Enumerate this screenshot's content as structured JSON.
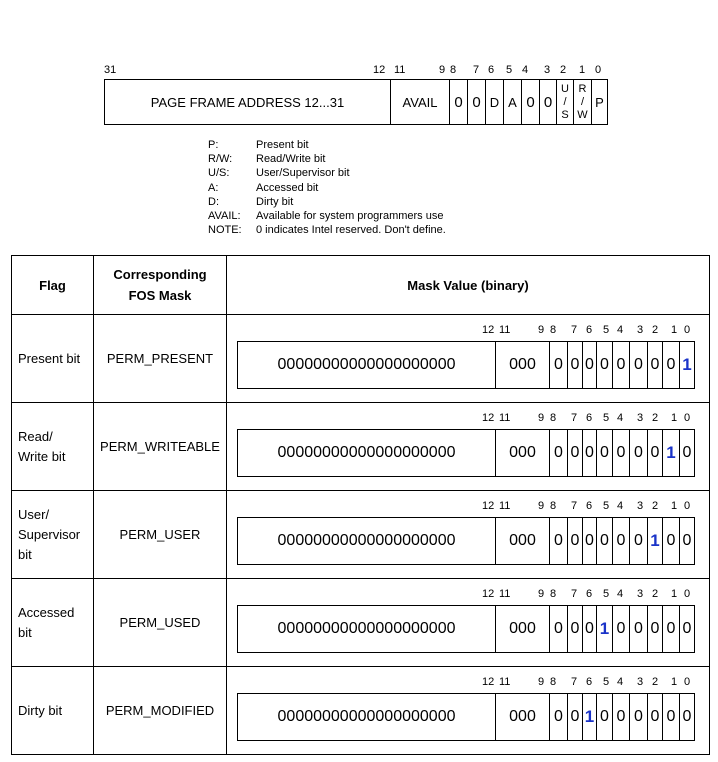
{
  "pte": {
    "bit_labels": [
      "31",
      "12",
      "11",
      "9",
      "8",
      "7",
      "6",
      "5",
      "4",
      "3",
      "2",
      "1",
      "0"
    ],
    "fields": {
      "page_frame": "PAGE FRAME ADDRESS 12...31",
      "avail": "AVAIL",
      "zero_a": "0",
      "zero_b": "0",
      "d": "D",
      "a": "A",
      "zero_c": "0",
      "zero_d": "0",
      "us_top": "U",
      "us_mid": "/",
      "us_bot": "S",
      "rw_top": "R",
      "rw_mid": "/",
      "rw_bot": "W",
      "p": "P"
    }
  },
  "legend": [
    {
      "key": "P:",
      "value": "Present bit"
    },
    {
      "key": "R/W:",
      "value": "Read/Write bit"
    },
    {
      "key": "U/S:",
      "value": "User/Supervisor bit"
    },
    {
      "key": "A:",
      "value": "Accessed bit"
    },
    {
      "key": "D:",
      "value": "Dirty bit"
    },
    {
      "key": "AVAIL:",
      "value": "Available for system programmers use"
    },
    {
      "key": "NOTE:",
      "value": "0 indicates Intel reserved. Don't define."
    }
  ],
  "table": {
    "headers": {
      "flag": "Flag",
      "mask_line1": "Corresponding",
      "mask_line2": "FOS Mask",
      "value": "Mask Value (binary)"
    },
    "value_bit_labels": [
      "12",
      "11",
      "9",
      "8",
      "7",
      "6",
      "5",
      "4",
      "3",
      "2",
      "1",
      "0"
    ],
    "rows": [
      {
        "flag_lines": [
          "Present bit"
        ],
        "mask": "PERM_PRESENT",
        "high": "00000000000000000000",
        "avail": "000",
        "bits": [
          "0",
          "0",
          "0",
          "0",
          "0",
          "0",
          "0",
          "0",
          "1"
        ],
        "set_index": 8
      },
      {
        "flag_lines": [
          "Read/",
          "Write bit"
        ],
        "mask": "PERM_WRITEABLE",
        "high": "00000000000000000000",
        "avail": "000",
        "bits": [
          "0",
          "0",
          "0",
          "0",
          "0",
          "0",
          "0",
          "1",
          "0"
        ],
        "set_index": 7
      },
      {
        "flag_lines": [
          "User/",
          "Supervisor",
          "bit"
        ],
        "mask": "PERM_USER",
        "high": "00000000000000000000",
        "avail": "000",
        "bits": [
          "0",
          "0",
          "0",
          "0",
          "0",
          "0",
          "1",
          "0",
          "0"
        ],
        "set_index": 6
      },
      {
        "flag_lines": [
          "Accessed",
          "bit"
        ],
        "mask": "PERM_USED",
        "high": "00000000000000000000",
        "avail": "000",
        "bits": [
          "0",
          "0",
          "0",
          "1",
          "0",
          "0",
          "0",
          "0",
          "0"
        ],
        "set_index": 3
      },
      {
        "flag_lines": [
          "Dirty bit"
        ],
        "mask": "PERM_MODIFIED",
        "high": "00000000000000000000",
        "avail": "000",
        "bits": [
          "0",
          "0",
          "1",
          "0",
          "0",
          "0",
          "0",
          "0",
          "0"
        ],
        "set_index": 2
      }
    ]
  },
  "colors": {
    "set_bit": "#1a33c8"
  }
}
